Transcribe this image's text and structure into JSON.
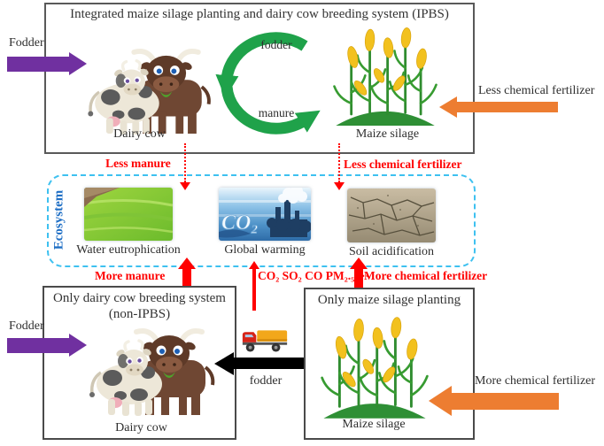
{
  "top_box": {
    "title": "Integrated maize silage planting and dairy cow breeding system (IPBS)",
    "cycle_fodder": "fodder",
    "cycle_manure": "manure",
    "dairy_caption": "Dairy cow",
    "maize_caption": "Maize silage"
  },
  "external": {
    "fodder_top": "Fodder",
    "less_chem_top": "Less chemical fertilizer",
    "fodder_bottom": "Fodder",
    "more_chem_bottom": "More chemical fertilizer"
  },
  "ecosystem": {
    "label": "Ecosystem",
    "water_caption": "Water eutrophication",
    "global_caption": "Global warming",
    "co2_overlay": "CO₂",
    "soil_caption": "Soil acidification"
  },
  "flows": {
    "less_manure": "Less manure",
    "less_chem": "Less chemical fertilizer",
    "more_manure": "More manure",
    "emissions": "CO₂ SO₂ CO PM₂.₅ ⋯",
    "more_chem": "More chemical fertilizer",
    "transport_fodder": "fodder"
  },
  "left_box": {
    "title1": "Only dairy cow breeding system",
    "title2": "(non-IPBS)",
    "caption": "Dairy cow"
  },
  "right_box": {
    "title": "Only maize silage planting",
    "caption": "Maize silage"
  },
  "colors": {
    "purple": "#7030A0",
    "orange": "#ED7D31",
    "green": "#1FA24A",
    "red": "#FF0000",
    "eco_border": "#3EC1F0",
    "eco_label": "#1F6FC5",
    "box_border": "#595959"
  }
}
